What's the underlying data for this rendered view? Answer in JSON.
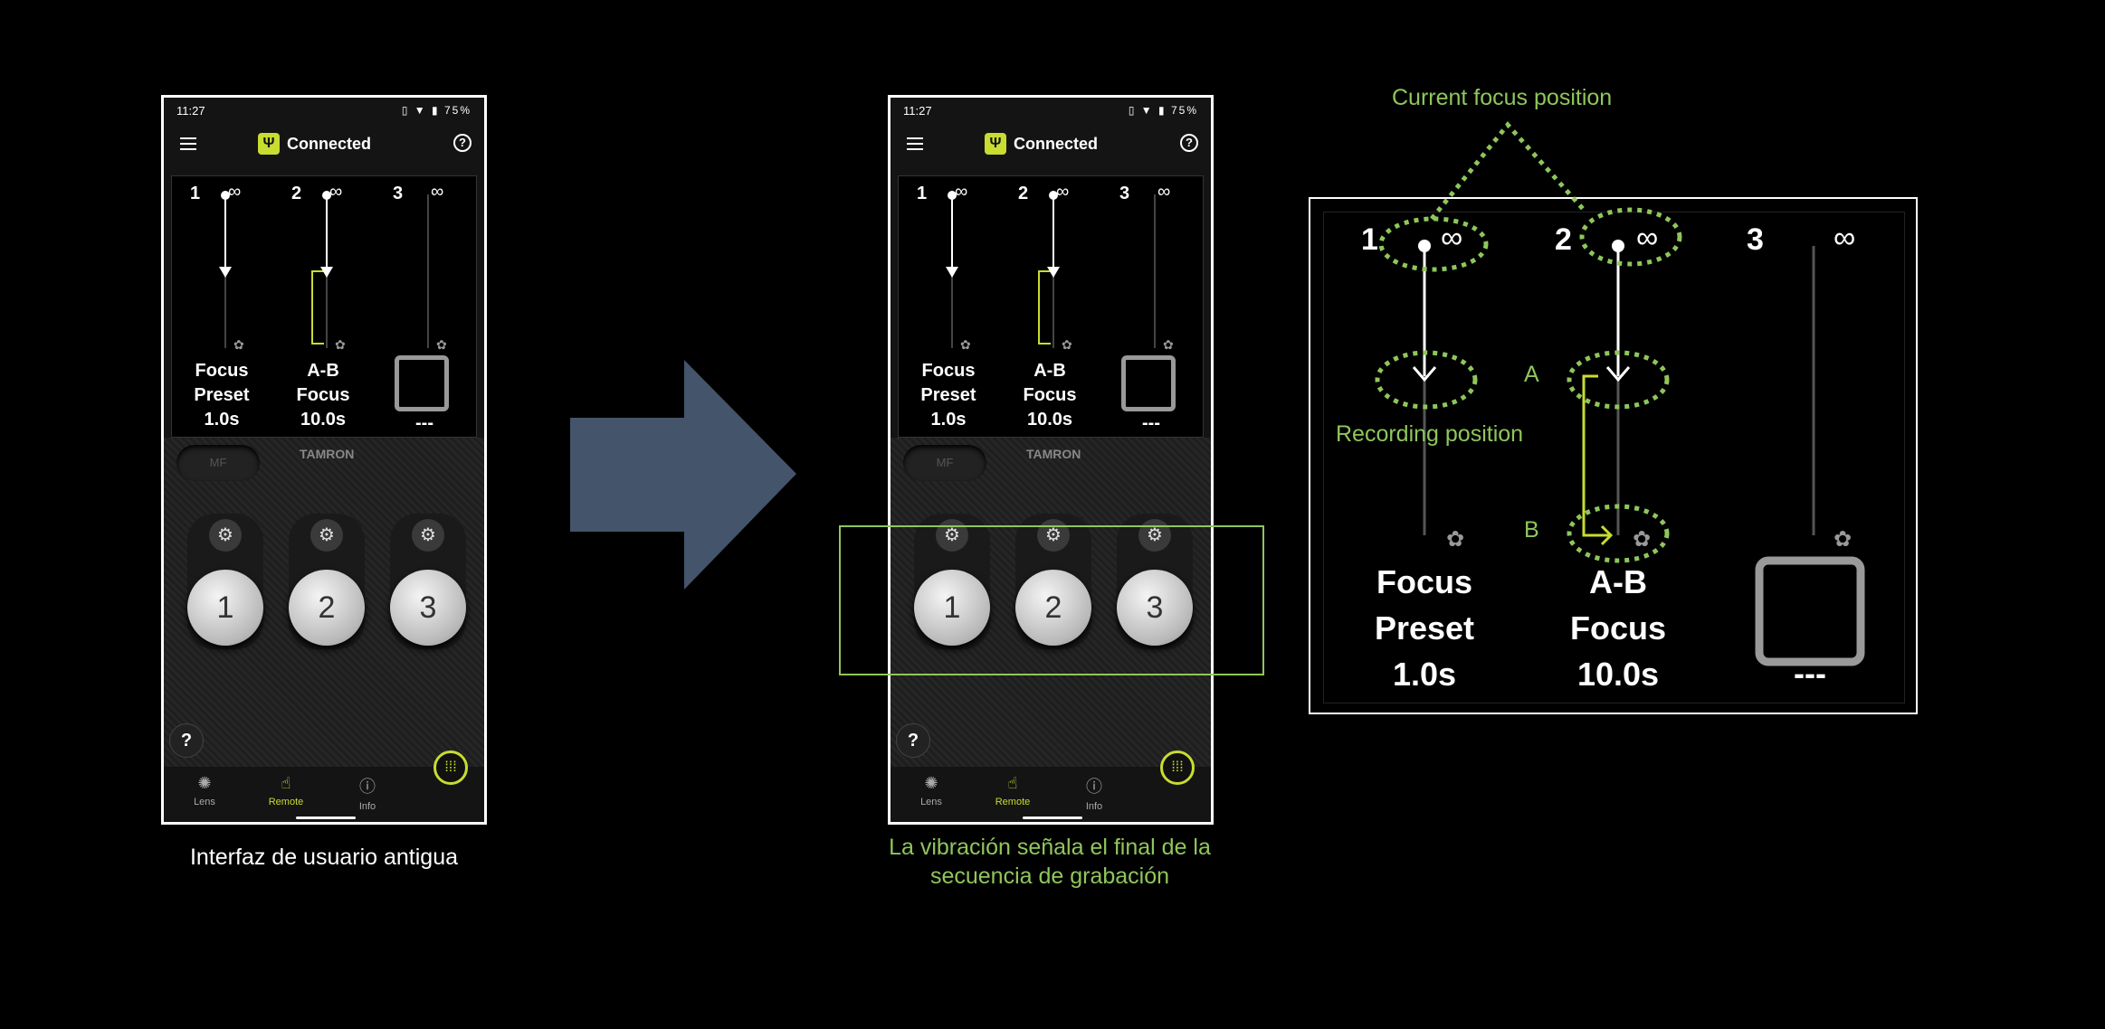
{
  "status": {
    "time": "11:27",
    "battery": "75%"
  },
  "appbar": {
    "connection": "Connected"
  },
  "presets": [
    {
      "num": "1",
      "inf": "∞",
      "label": [
        "Focus",
        "Preset",
        "1.0s"
      ]
    },
    {
      "num": "2",
      "inf": "∞",
      "label": [
        "A-B",
        "Focus",
        "10.0s"
      ]
    },
    {
      "num": "3",
      "inf": "∞",
      "label": [
        "---"
      ]
    }
  ],
  "lens": {
    "mode": "MF",
    "brand": "TAMRON"
  },
  "buttons": [
    "1",
    "2",
    "3"
  ],
  "nav": [
    {
      "label": "Lens"
    },
    {
      "label": "Remote"
    },
    {
      "label": "Info"
    }
  ],
  "captions": {
    "left": "Interfaz de usuario antigua",
    "right_line1": "La vibración señala el final de la",
    "right_line2": "secuencia de grabación"
  },
  "zoom": {
    "current_focus": "Current focus position",
    "recording": "Recording position",
    "a": "A",
    "b": "B",
    "slots": [
      {
        "num": "1",
        "inf": "∞",
        "l1": "Focus",
        "l2": "Preset",
        "l3": "1.0s"
      },
      {
        "num": "2",
        "inf": "∞",
        "l1": "A-B",
        "l2": "Focus",
        "l3": "10.0s"
      },
      {
        "num": "3",
        "inf": "∞",
        "l1": "---"
      }
    ]
  },
  "colors": {
    "accent": "#c8dc32",
    "annotation": "#8fc65c",
    "arrow": "#44546a"
  }
}
